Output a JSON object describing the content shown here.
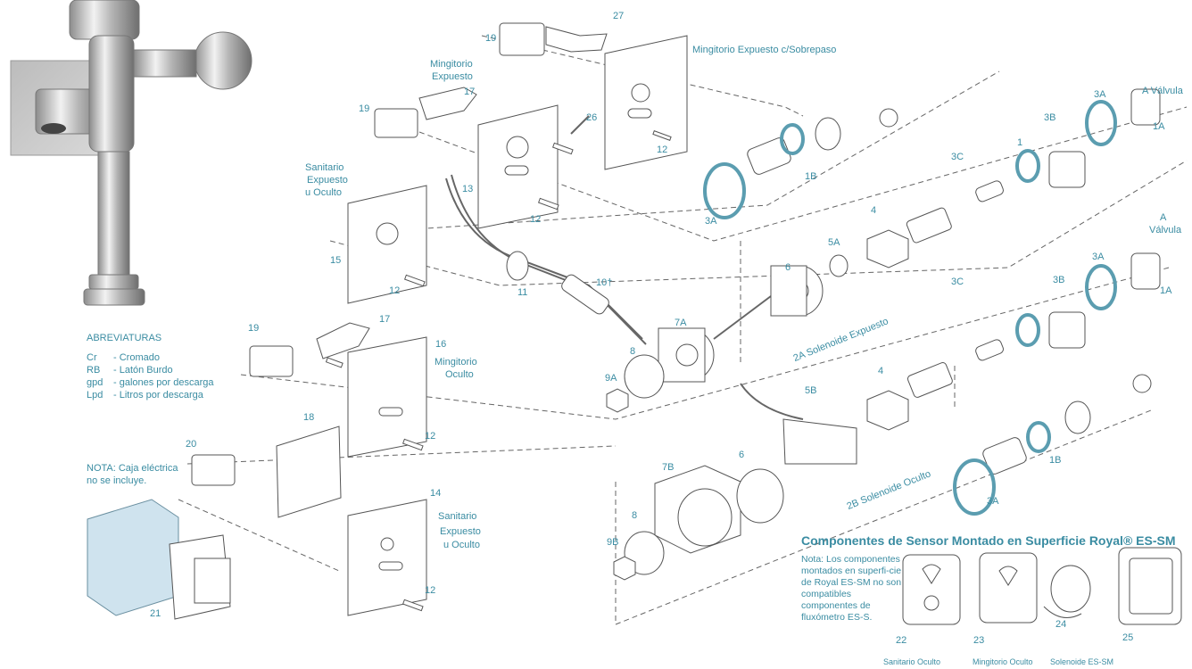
{
  "abbreviations": {
    "title": "ABREVIATURAS",
    "items": [
      {
        "code": "Cr",
        "text": "- Cromado"
      },
      {
        "code": "RB",
        "text": "- Latón Burdo"
      },
      {
        "code": "gpd",
        "text": "- galones por descarga"
      },
      {
        "code": "Lpd",
        "text": "- Litros por descarga"
      }
    ]
  },
  "note": {
    "line1": "NOTA: Caja eléctrica",
    "line2": "no se incluye."
  },
  "labels": {
    "mingitorio_expuesto_sobrepaso": "Mingitorio Expuesto c/Sobrepaso",
    "mingitorio_expuesto_1": "Mingitorio",
    "mingitorio_expuesto_2": "Expuesto",
    "sanitario_expuesto_1": "Sanitario",
    "sanitario_expuesto_2": "Expuesto",
    "sanitario_expuesto_3": "u Oculto",
    "mingitorio_oculto_1": "Mingitorio",
    "mingitorio_oculto_2": "Oculto",
    "sanitario_b_1": "Sanitario",
    "sanitario_b_2": "Expuesto",
    "sanitario_b_3": "u Oculto",
    "a_valvula_top": "A Válvula",
    "a_valvula_b1": "A",
    "a_valvula_b2": "Válvula",
    "solenoide_expuesto": "2A  Solenoide Expuesto",
    "solenoide_oculto": "2B  Solenoide Oculto"
  },
  "part_numbers": {
    "p27": "27",
    "p19a": "19",
    "p26": "26",
    "p12a": "12",
    "p19b": "19",
    "p17a": "17",
    "p13": "13",
    "p12b": "12",
    "p15": "15",
    "p12c": "12",
    "p11": "11",
    "p10": "10†",
    "p19c": "19",
    "p17b": "17",
    "p16": "16",
    "p12d": "12",
    "p18": "18",
    "p20": "20",
    "p14": "14",
    "p12e": "12",
    "p21": "21",
    "p3a_top": "3A",
    "p1b_top": "1B",
    "p3c_top": "3C",
    "p1_top": "1",
    "p3b_top": "3B",
    "p3a_top2": "3A",
    "p1a_top": "1A",
    "p4_top": "4",
    "p5a": "5A",
    "p6_top": "6",
    "p7a": "7A",
    "p8a": "8",
    "p9a": "9A",
    "p3c_b": "3C",
    "p3b_b": "3B",
    "p3a_b": "3A",
    "p1a_b": "1A",
    "p4_b": "4",
    "p5b": "5B",
    "p1b_b": "1B",
    "p3a_b2": "3A",
    "p7b": "7B",
    "p6_b": "6",
    "p8b": "8",
    "p9b": "9B"
  },
  "kit": {
    "title": "Componentes de Sensor Montado en Superficie Royal® ES-SM",
    "note": "Nota: Los componentes montados en superfi-cie de Royal ES-SM no son compatibles componentes de fluxómetro ES-S.",
    "items": [
      {
        "num": "22",
        "caption": "Sanitario Oculto"
      },
      {
        "num": "23",
        "caption": "Mingitorio Oculto"
      },
      {
        "num": "24",
        "caption": "Solenoide ES-SM"
      },
      {
        "num": "25",
        "caption": ""
      }
    ]
  },
  "colors": {
    "accent": "#3a8ca2",
    "ring": "#5b9db0",
    "line": "#555555",
    "part_fill": "#ffffff",
    "box_fill": "#cfe3ee"
  }
}
